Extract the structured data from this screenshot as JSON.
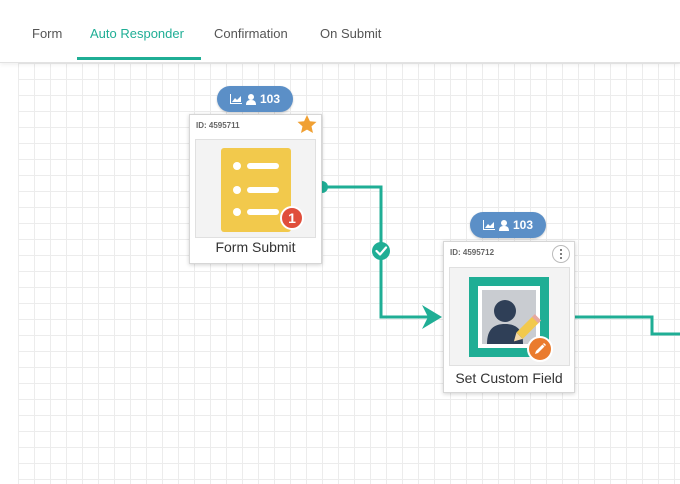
{
  "tabs": [
    {
      "label": "Form",
      "active": false
    },
    {
      "label": "Auto Responder",
      "active": true
    },
    {
      "label": "Confirmation",
      "active": false
    },
    {
      "label": "On Submit",
      "active": false
    }
  ],
  "colors": {
    "accent": "#1fae95",
    "pill": "#5b8fc7",
    "form_icon": "#f2c94c",
    "badge_red": "#e04e3b",
    "badge_orange": "#ea7b2e",
    "star": "#f0a033"
  },
  "nodes": [
    {
      "id_text": "ID: 4595711",
      "label": "Form Submit",
      "stats_count": "103",
      "stats_icons": [
        "chart-area-icon",
        "user-icon"
      ],
      "badge": "1",
      "corner_icon": "star-icon",
      "image_icon": "form-list-icon"
    },
    {
      "id_text": "ID: 4595712",
      "label": "Set Custom Field",
      "stats_count": "103",
      "stats_icons": [
        "chart-area-icon",
        "user-icon"
      ],
      "badge_icon": "pencil-icon",
      "corner_icon": "more-vertical-icon",
      "image_icon": "profile-edit-icon"
    }
  ],
  "connector_icon": "check-circle-icon"
}
